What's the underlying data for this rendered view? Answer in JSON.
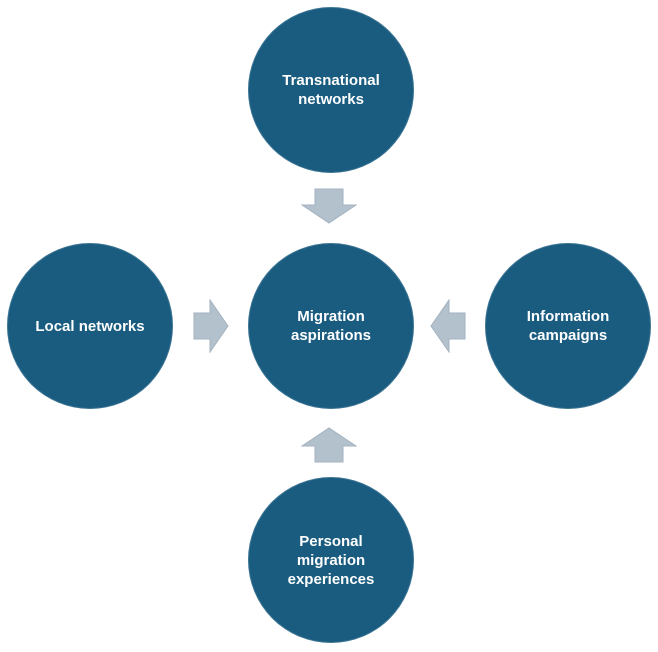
{
  "diagram": {
    "center": {
      "label": "Migration\naspirations"
    },
    "inputs": [
      {
        "id": "top",
        "label": "Transnational\nnetworks"
      },
      {
        "id": "left",
        "label": "Local networks"
      },
      {
        "id": "right",
        "label": "Information\ncampaigns"
      },
      {
        "id": "bottom",
        "label": "Personal\nmigration\nexperiences"
      }
    ],
    "colors": {
      "node_fill": "#1a5c80",
      "node_text": "#ffffff",
      "arrow_fill": "#b3c1cd"
    }
  }
}
